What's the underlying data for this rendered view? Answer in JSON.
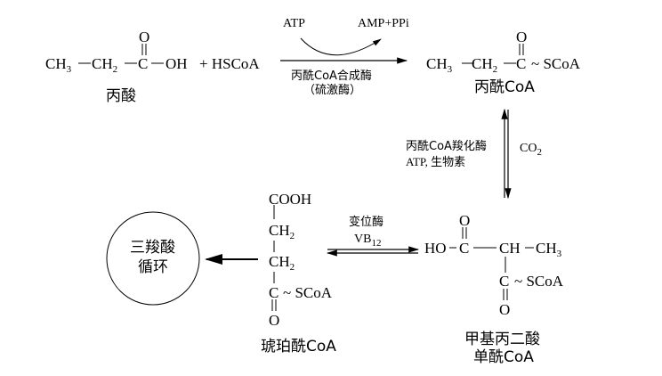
{
  "propionate": {
    "ch3": "CH",
    "ch3_sub": "3",
    "ch2": "CH",
    "ch2_sub": "2",
    "c": "C",
    "o": "O",
    "oh": "OH",
    "plus_hscoa": "+ HSCoA",
    "name": "丙酸"
  },
  "step1": {
    "atp": "ATP",
    "amp_ppi": "AMP+PPi",
    "enzyme": "丙酰CoA合成酶",
    "enzyme_alt": "（硫激酶）"
  },
  "propionyl_coa": {
    "ch3": "CH",
    "ch3_sub": "3",
    "ch2": "CH",
    "ch2_sub": "2",
    "c": "C",
    "o": "O",
    "scoa": "~ SCoA",
    "name": "丙酰CoA"
  },
  "step2": {
    "enzyme": "丙酰CoA羧化酶",
    "cofactors": "ATP, 生物素",
    "co2": "CO",
    "co2_sub": "2"
  },
  "methylmalonyl_coa": {
    "ho": "HO",
    "c1": "C",
    "o1": "O",
    "ch": "CH",
    "ch3": "CH",
    "ch3_sub": "3",
    "c2": "C",
    "scoa": "~ SCoA",
    "o2": "O",
    "name_line1": "甲基丙二酸",
    "name_line2": "单酰CoA"
  },
  "step3": {
    "enzyme": "变位酶",
    "cofactor": "VB",
    "cofactor_sub": "12"
  },
  "succinyl_coa": {
    "cooh": "COOH",
    "ch2a": "CH",
    "ch2a_sub": "2",
    "ch2b": "CH",
    "ch2b_sub": "2",
    "c": "C",
    "scoa": "~ SCoA",
    "o": "O",
    "name": "琥珀酰CoA"
  },
  "tca": {
    "line1": "三羧酸",
    "line2": "循环"
  }
}
